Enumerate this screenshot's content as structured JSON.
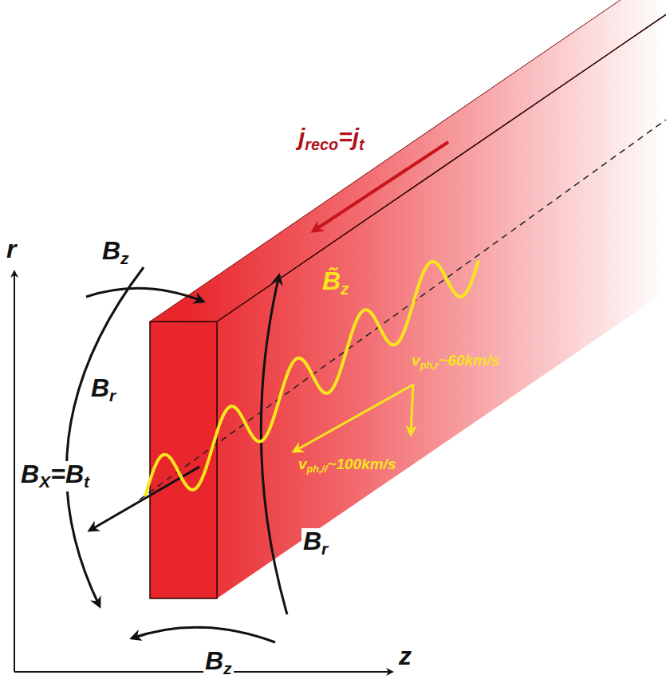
{
  "diagram": {
    "labels": [
      "r",
      "z",
      "Bz",
      "Bz",
      "Br",
      "Br",
      "BX=Bt",
      "jreco=jt",
      "B̃z",
      "vph,r~60km/s",
      "vph,//~100km/s"
    ]
  }
}
